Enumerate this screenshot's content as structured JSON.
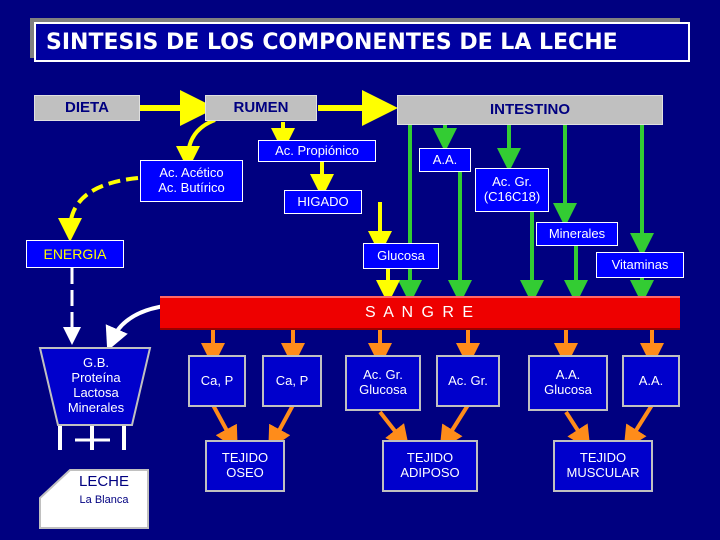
{
  "title": "SINTESIS DE LOS COMPONENTES DE LA LECHE",
  "row1": {
    "dieta": "DIETA",
    "rumen": "RUMEN",
    "intestino": "INTESTINO"
  },
  "rumen_products": {
    "propionico": "Ac. Propiónico",
    "acetico_butirico": "Ac. Acético\nAc. Butírico"
  },
  "intestino_products": {
    "aa": "A.A.",
    "ac_gr": "Ac. Gr.\n(C16C18)",
    "minerales": "Minerales",
    "vitaminas": "Vitaminas"
  },
  "higado": "HIGADO",
  "glucosa": "Glucosa",
  "energia": "ENERGIA",
  "sangre": "S A N G R E",
  "gland": "G.B.\nProteína\nLactosa\nMinerales",
  "leche": "LECHE",
  "la_blanca": "La Blanca",
  "blood_outputs": [
    "Ca, P",
    "Ca, P",
    "Ac. Gr.\nGlucosa",
    "Ac. Gr.",
    "A.A.\nGlucosa",
    "A.A."
  ],
  "tissues": {
    "oseo": "TEJIDO\nOSEO",
    "adiposo": "TEJIDO\nADIPOSO",
    "muscular": "TEJIDO\nMUSCULAR"
  },
  "colors": {
    "background": "#000080",
    "box_blue": "#0000ff",
    "box_grey": "#c0c0c0",
    "arrow_yellow": "#ffff00",
    "arrow_green": "#33cc33",
    "arrow_orange": "#ff8c1a",
    "sangre_red": "#ee0000",
    "energia_text": "#ffff00"
  }
}
